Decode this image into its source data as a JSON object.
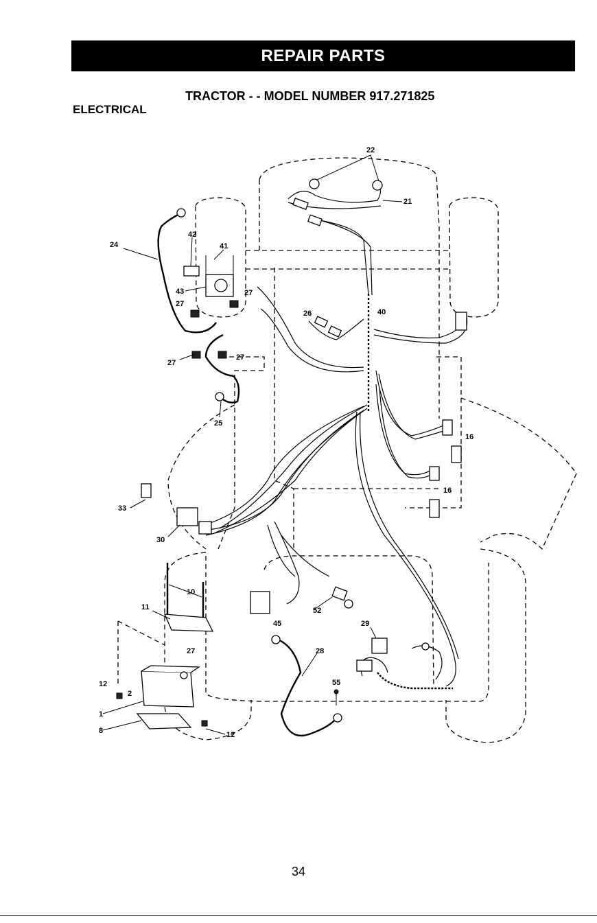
{
  "header": {
    "banner": "REPAIR PARTS",
    "model_title": "TRACTOR - - MODEL NUMBER 917.271825",
    "section": "ELECTRICAL"
  },
  "diagram": {
    "callouts": {
      "c22": "22",
      "c21": "21",
      "c24": "24",
      "c42": "42",
      "c41": "41",
      "c43": "43",
      "c27a": "27",
      "c27b": "27",
      "c27c": "27",
      "c27d": "27",
      "c27e": "27",
      "c26": "26",
      "c40": "40",
      "c25": "25",
      "c16a": "16",
      "c16b": "16",
      "c33": "33",
      "c30": "30",
      "c10": "10",
      "c11": "11",
      "c45": "45",
      "c52": "52",
      "c29": "29",
      "c28": "28",
      "c55": "55",
      "c12a": "12",
      "c12b": "12",
      "c2": "2",
      "c1": "1",
      "c8": "8"
    }
  },
  "footer": {
    "page_number": "34"
  }
}
